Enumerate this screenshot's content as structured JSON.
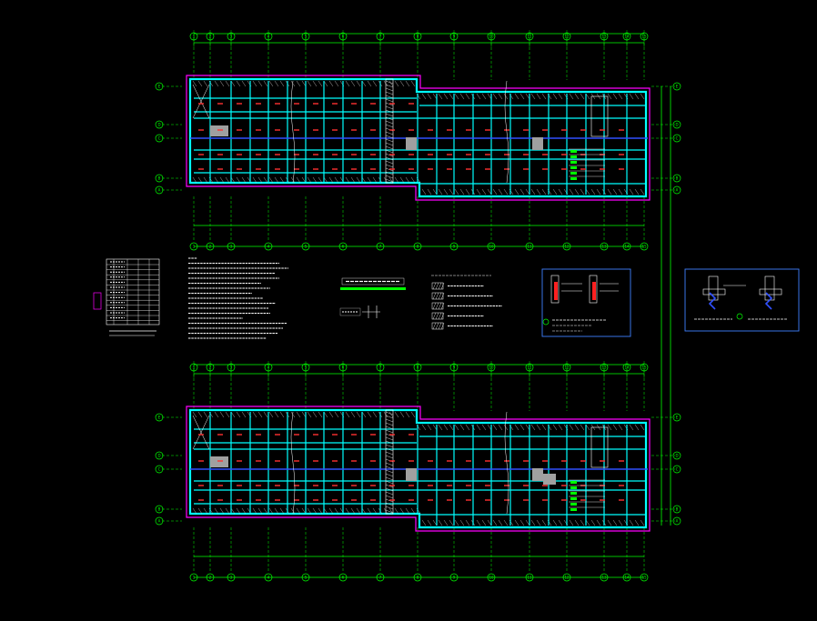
{
  "colors": {
    "background": "#000000",
    "grid": "#00ff00",
    "wall_outline": "#ff00ff",
    "beam": "#00ffff",
    "axis_blue": "#3050ff",
    "rebar_label": "#ff3030",
    "text": "#ffffff",
    "fill_gray": "#a0a0a0",
    "frame_blue": "#4080ff"
  },
  "top_plan": {
    "column_axes": [
      "1",
      "2",
      "3",
      "4",
      "5",
      "6",
      "7",
      "8",
      "9",
      "10",
      "11",
      "12",
      "13",
      "14",
      "15",
      "16"
    ],
    "row_axes": [
      "E",
      "D",
      "C",
      "B",
      "A"
    ]
  },
  "bottom_plan": {
    "column_axes": [
      "1",
      "2",
      "3",
      "4",
      "5",
      "6",
      "7",
      "8",
      "9",
      "10",
      "11",
      "12",
      "13",
      "14",
      "15",
      "16"
    ],
    "row_axes": [
      "E",
      "D",
      "C",
      "B",
      "A"
    ]
  },
  "drawing_title": "",
  "north_note": "",
  "icons": [
    "north-arrow-icon",
    "section-symbol-icon"
  ]
}
